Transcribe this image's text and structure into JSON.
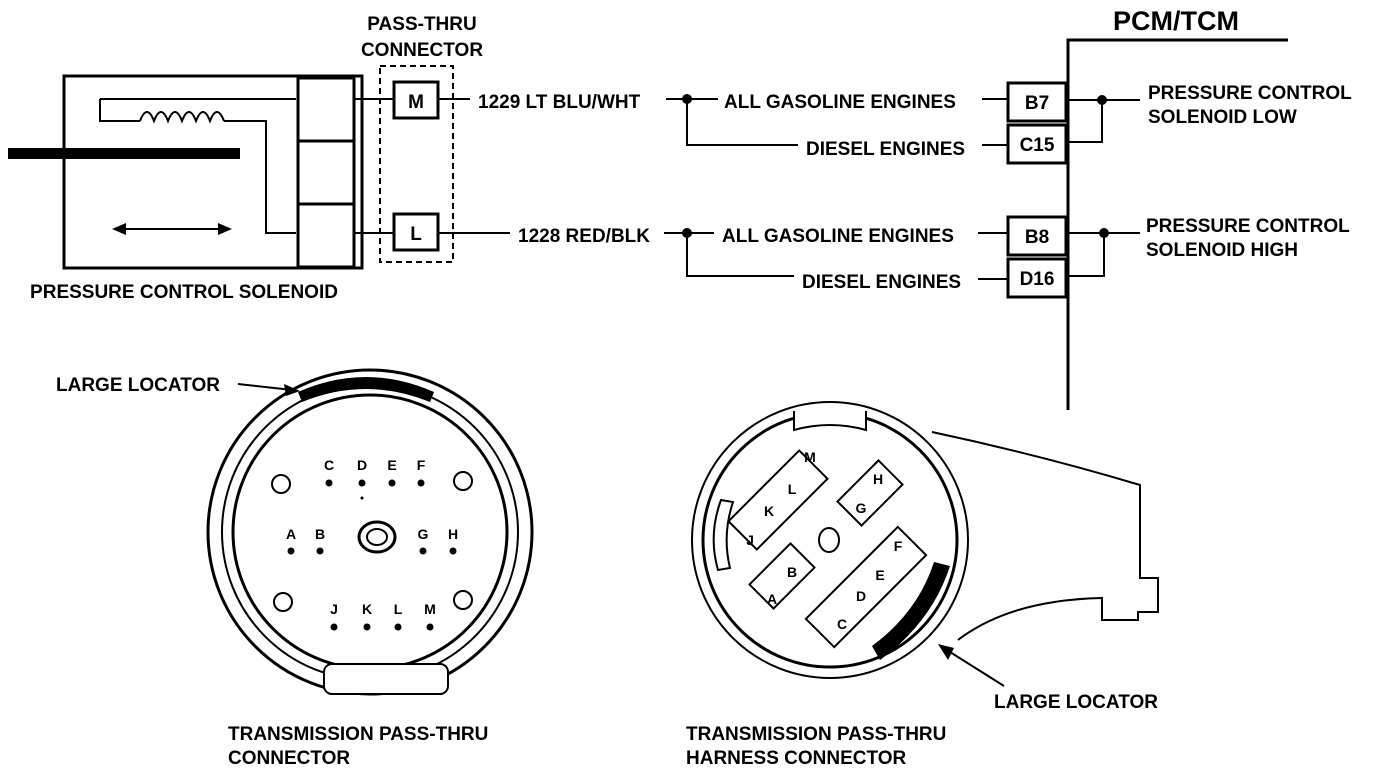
{
  "module_title": "PCM/TCM",
  "passthru_label_line1": "PASS-THRU",
  "passthru_label_line2": "CONNECTOR",
  "solenoid_label": "PRESSURE CONTROL SOLENOID",
  "pins": {
    "m": "M",
    "l": "L",
    "b7": "B7",
    "c15": "C15",
    "b8": "B8",
    "d16": "D16"
  },
  "wires": {
    "low": "1229 LT BLU/WHT",
    "high": "1228 RED/BLK"
  },
  "branches": {
    "gas_low": "ALL GASOLINE ENGINES",
    "diesel_low": "DIESEL ENGINES",
    "gas_high": "ALL GASOLINE ENGINES",
    "diesel_high": "DIESEL ENGINES"
  },
  "outputs": {
    "low_line1": "PRESSURE CONTROL",
    "low_line2": "SOLENOID LOW",
    "high_line1": "PRESSURE CONTROL",
    "high_line2": "SOLENOID HIGH"
  },
  "locators": {
    "left": "LARGE LOCATOR",
    "right": "LARGE LOCATOR"
  },
  "connector_left": {
    "caption_line1": "TRANSMISSION PASS-THRU",
    "caption_line2": "CONNECTOR",
    "pins": {
      "c": "C",
      "d": "D",
      "e": "E",
      "f": "F",
      "a": "A",
      "b": "B",
      "g": "G",
      "h": "H",
      "j": "J",
      "k": "K",
      "l": "L",
      "m": "M"
    }
  },
  "connector_right": {
    "caption_line1": "TRANSMISSION PASS-THRU",
    "caption_line2": "HARNESS CONNECTOR",
    "pins": {
      "m": "M",
      "l": "L",
      "k": "K",
      "j": "J",
      "h": "H",
      "g": "G",
      "b": "B",
      "a": "A",
      "f": "F",
      "e": "E",
      "d": "D",
      "c": "C"
    }
  }
}
